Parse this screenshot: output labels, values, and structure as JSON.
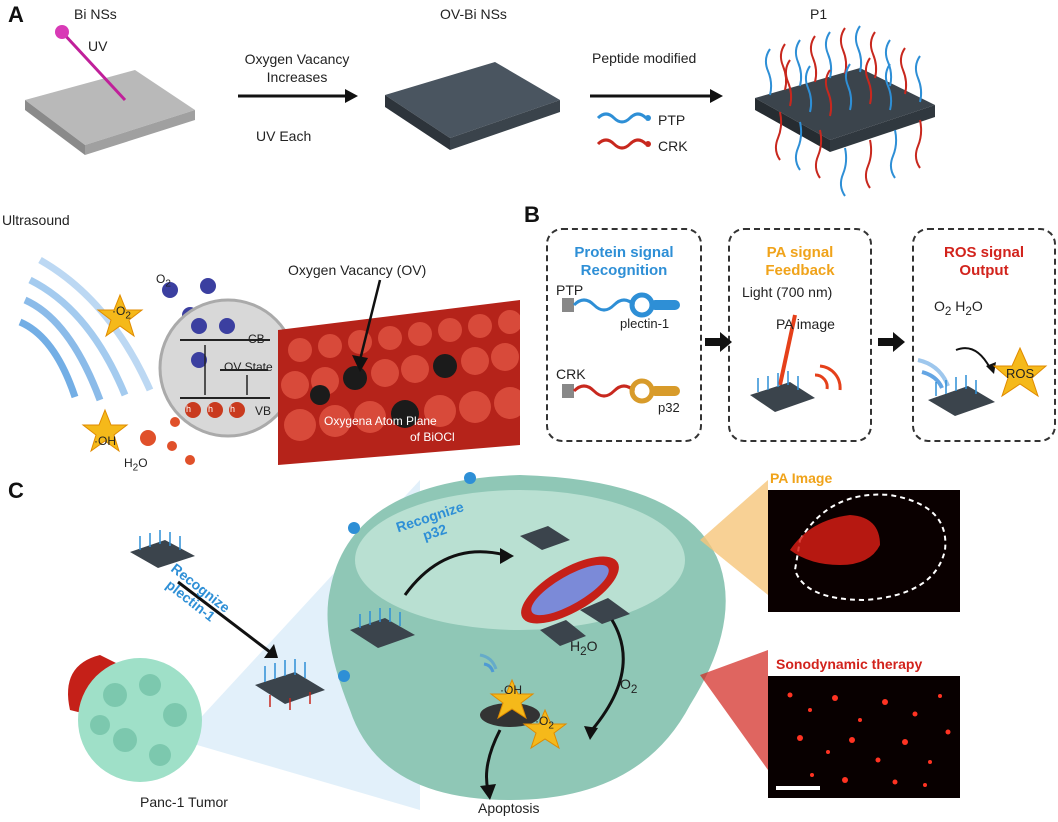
{
  "panels": {
    "a": "A",
    "b": "B",
    "c": "C"
  },
  "panel_a": {
    "stage1_label": "Bi NSs",
    "uv_label": "UV",
    "stage2_label": "OV-Bi NSs",
    "arrow1_top": "Oxygen Vacancy Increases",
    "arrow1_bottom": "UV Each",
    "stage3_label": "P1",
    "arrow2_top": "Peptide modified",
    "legend_ptp": "PTP",
    "legend_crk": "CRK"
  },
  "mechanism": {
    "ultrasound": "Ultrasound",
    "o2": "O",
    "o2_sub": "2",
    "superoxide": "O",
    "superoxide_sub": "2",
    "hydroxyl": "OH",
    "water": "H",
    "water_sub": "2",
    "water_o": "O",
    "h_plus": "h",
    "cb": "CB",
    "ov_state": "OV State",
    "vb": "VB",
    "ov_pointer": "Oxygen Vacancy (OV)",
    "atom_plane_1": "Oxygena Atom Plane",
    "atom_plane_2": "of BiOCl"
  },
  "panel_b": {
    "box1_title_1": "Protein signal",
    "box1_title_2": "Recognition",
    "ptp": "PTP",
    "plectin": "plectin-1",
    "crk": "CRK",
    "p32": "p32",
    "box2_title_1": "PA signal",
    "box2_title_2": "Feedback",
    "light": "Light (700 nm)",
    "pa_image": "PA image",
    "box3_title_1": "ROS signal",
    "box3_title_2": "Output",
    "o2": "O",
    "o2_sub": "2",
    "h2o": "H",
    "h2o_sub": "2",
    "h2o_o": "O",
    "ros": "ROS"
  },
  "panel_c": {
    "recognize_plectin_1": "Recognize",
    "recognize_plectin_2": "plectin-1",
    "recognize_p32_1": "Recognize",
    "recognize_p32_2": "p32",
    "h2o": "H",
    "h2o_sub": "2",
    "h2o_o": "O",
    "o2": "O",
    "o2_sub": "2",
    "oh": "OH",
    "o2_radical": "O",
    "o2_radical_sub": "2",
    "apoptosis": "Apoptosis",
    "tumor": "Panc-1 Tumor",
    "pa_image_title": "PA Image",
    "sdt_title": "Sonodynamic therapy"
  },
  "colors": {
    "ptp_blue": "#2e8fd6",
    "crk_red": "#c8281e",
    "pa_orange": "#f0a31a",
    "ros_red": "#d2231c",
    "cell_green": "#a9d6c6",
    "tumor_green": "#9fe0c8"
  }
}
